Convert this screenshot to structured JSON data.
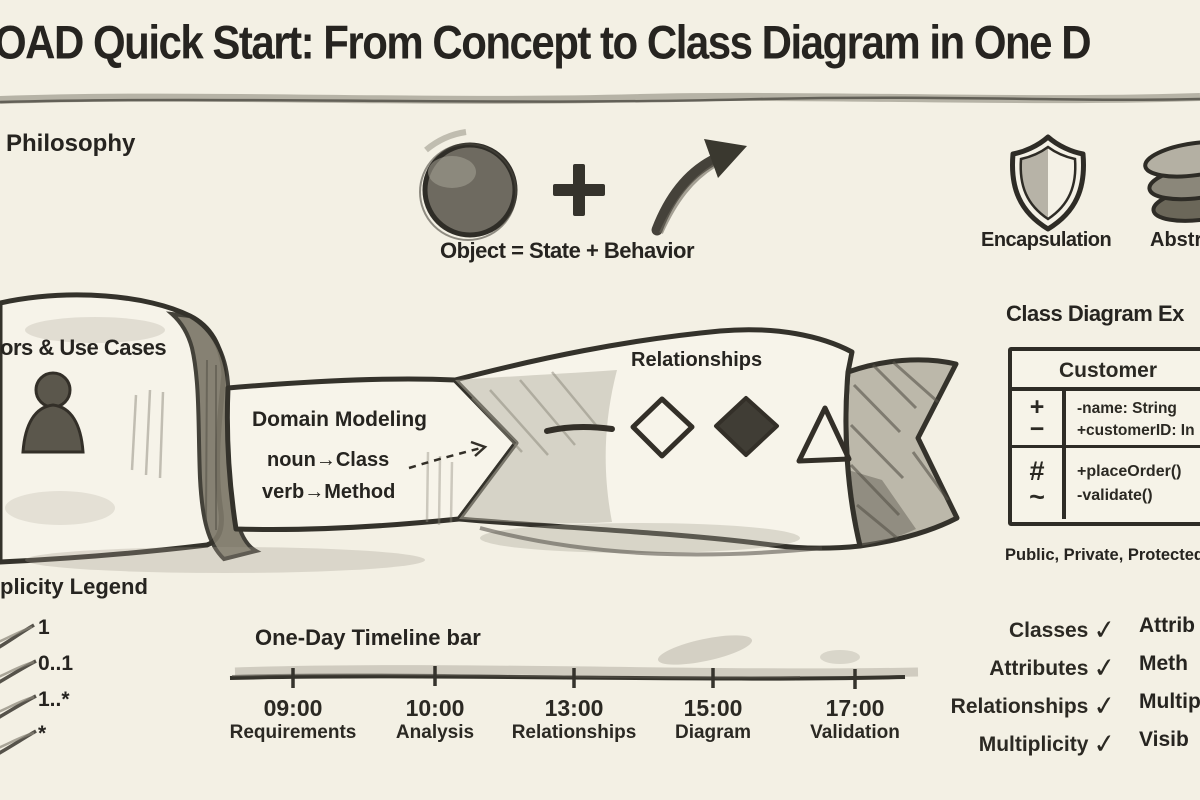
{
  "title": "OAD Quick Start: From Concept to Class Diagram in One D",
  "colors": {
    "paper": "#f3f0e4",
    "ink": "#2b2923",
    "pencil_light": "#b3afa2",
    "pencil_mid": "#8d897c",
    "pencil_dark": "#55524a"
  },
  "philosophy": {
    "heading": "Philosophy",
    "formula": "Object = State + Behavior"
  },
  "principles": {
    "encapsulation_label": "Encapsulation",
    "abstraction_label": "Abstr"
  },
  "actors": {
    "heading": "ors & Use Cases"
  },
  "banner": {
    "domain_modeling": "Domain Modeling",
    "noun_mapping": "noun→Class",
    "verb_mapping": "verb→Method",
    "relationships_heading": "Relationships"
  },
  "class_example": {
    "heading": "Class Diagram Ex",
    "class_name": "Customer",
    "visibility_row1": [
      "+",
      "−"
    ],
    "visibility_row2": [
      "#",
      "~"
    ],
    "attributes": [
      "-name: String",
      "+customerID: In"
    ],
    "methods": [
      "+placeOrder()",
      "-validate()"
    ],
    "caption": "Public, Private, Protected"
  },
  "multiplicity_legend": {
    "heading": "plicity Legend",
    "items": [
      "1",
      "0..1",
      "1..*",
      "*"
    ]
  },
  "timeline": {
    "heading": "One-Day Timeline bar",
    "stops": [
      {
        "time": "09:00",
        "label": "Requirements"
      },
      {
        "time": "10:00",
        "label": "Analysis"
      },
      {
        "time": "13:00",
        "label": "Relationships"
      },
      {
        "time": "15:00",
        "label": "Diagram"
      },
      {
        "time": "17:00",
        "label": "Validation"
      }
    ]
  },
  "checklist": {
    "completed": [
      {
        "label": "Classes",
        "mark": "✓"
      },
      {
        "label": "Attributes",
        "mark": "✓"
      },
      {
        "label": "Relationships",
        "mark": "✓"
      },
      {
        "label": "Multiplicity",
        "mark": "✓"
      }
    ],
    "clipped_column": [
      "Attrib",
      "Meth",
      "Multip",
      "Visib"
    ]
  }
}
